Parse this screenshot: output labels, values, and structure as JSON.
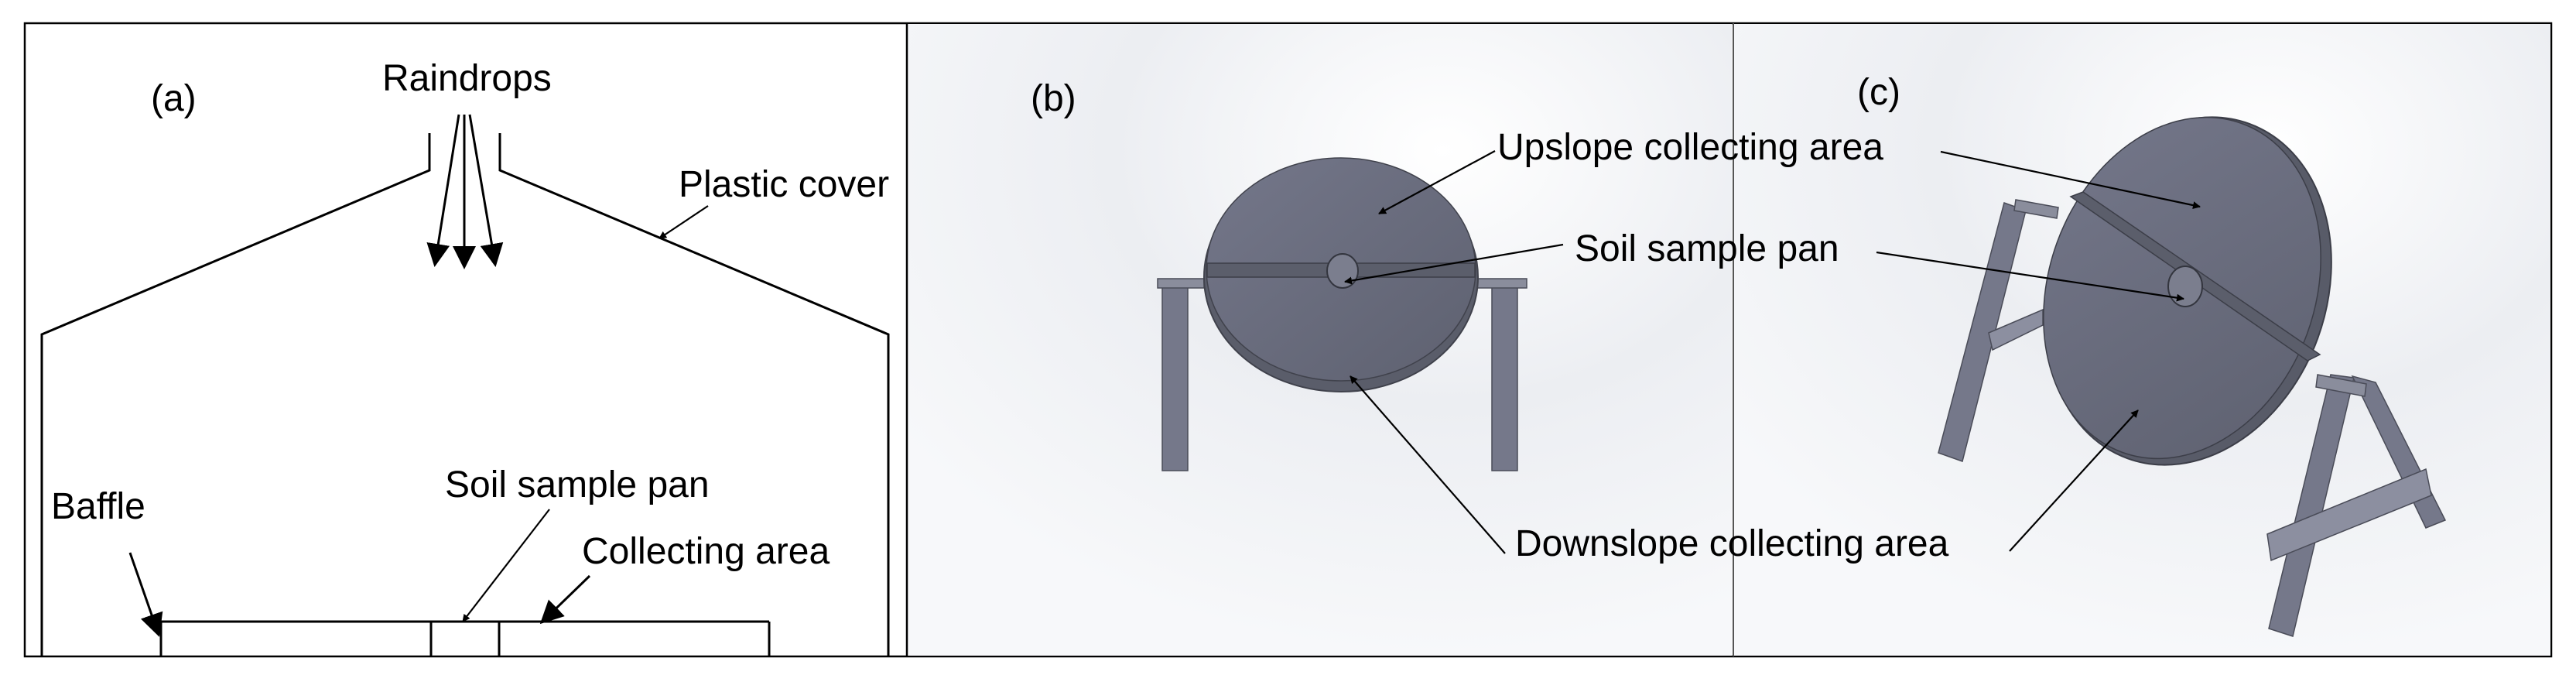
{
  "panels": {
    "a": {
      "panel_label": "(a)",
      "labels": {
        "raindrops": "Raindrops",
        "plastic_cover": "Plastic cover",
        "baffle": "Baffle",
        "soil_sample_pan": "Soil sample pan",
        "collecting_area": "Collecting area"
      }
    },
    "b": {
      "panel_label": "(b)"
    },
    "c": {
      "panel_label": "(c)"
    }
  },
  "shared_labels": {
    "upslope_collecting_area": "Upslope collecting area",
    "soil_sample_pan": "Soil sample pan",
    "downslope_collecting_area": "Downslope collecting area"
  },
  "colors": {
    "disc_fill": "#6b6e7c",
    "disc_rim": "#5a5d6a",
    "leg_fill": "#75788a",
    "render_background": "#eef0f3",
    "outline": "#000000"
  }
}
